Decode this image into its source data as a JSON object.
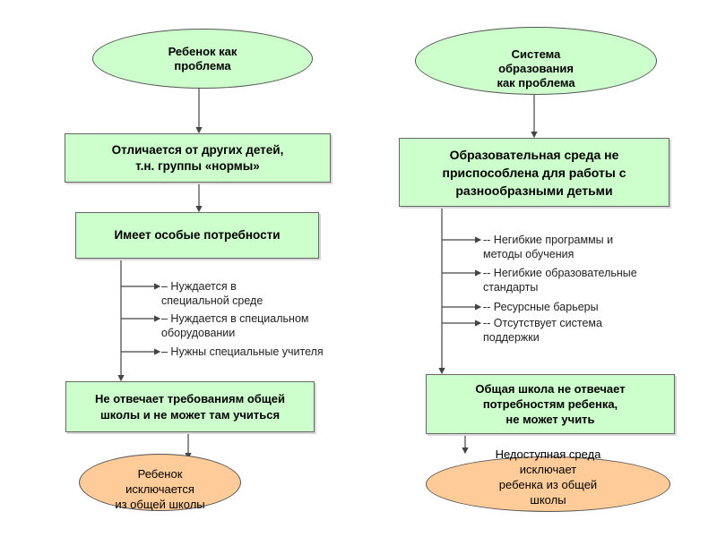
{
  "colors": {
    "box_fill": "#ccffcc",
    "start_oval_fill": "#ccffcc",
    "end_oval_fill": "#ffcc99",
    "stroke": "#555555"
  },
  "left": {
    "start": "Ребенок как\nпроблема",
    "step1": "Отличается от других детей,\nт.н. группы «нормы»",
    "step2": "Имеет особые потребности",
    "needs": [
      "– Нуждается в\nспециальной среде",
      "– Нуждается в специальном\nоборудовании",
      "– Нужны специальные учителя"
    ],
    "step3": "Не отвечает требованиям общей\nшколы и не может там учиться",
    "result": "Ребенок\nисключается\nиз общей школы"
  },
  "right": {
    "start": "Система\nобразования\nкак проблема",
    "step1": "Образовательная среда не\nприспособлена для работы с\nразнообразными детьми",
    "barriers": [
      "-- Негибкие программы и\nметоды обучения",
      "-- Негибкие образовательные\nстандарты",
      "-- Ресурсные барьеры",
      "-- Отсутствует система\nподдержки"
    ],
    "step3": "Общая школа не отвечает\nпотребностям ребенка,\nне может учить",
    "result": "Недоступная среда\nисключает\nребенка из общей\nшколы"
  }
}
